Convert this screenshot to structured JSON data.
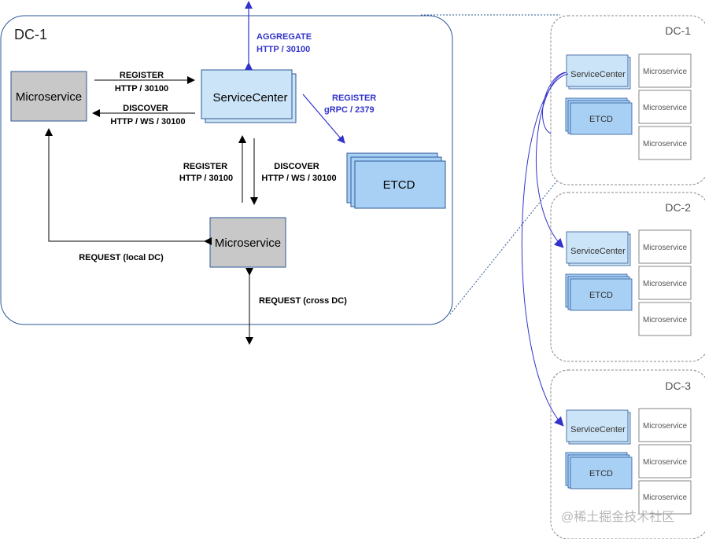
{
  "main_dc": {
    "title": "DC-1",
    "microservice_left": "Microservice",
    "microservice_bottom": "Microservice",
    "service_center": "ServiceCenter",
    "etcd": "ETCD",
    "aggregate_label_1": "AGGREGATE",
    "aggregate_label_2": "HTTP / 30100",
    "register_top_1": "REGISTER",
    "register_top_2": "HTTP / 30100",
    "discover_top_1": "DISCOVER",
    "discover_top_2": "HTTP / WS / 30100",
    "register_grpc_1": "REGISTER",
    "register_grpc_2": "gRPC / 2379",
    "register_mid_1": "REGISTER",
    "register_mid_2": "HTTP / 30100",
    "discover_mid_1": "DISCOVER",
    "discover_mid_2": "HTTP / WS / 30100",
    "request_local": "REQUEST (local DC)",
    "request_cross": "REQUEST (cross DC)"
  },
  "side_dcs": [
    {
      "title": "DC-1",
      "service_center": "ServiceCenter",
      "etcd": "ETCD",
      "microservices": [
        "Microservice",
        "Microservice",
        "Microservice"
      ]
    },
    {
      "title": "DC-2",
      "service_center": "ServiceCenter",
      "etcd": "ETCD",
      "microservices": [
        "Microservice",
        "Microservice",
        "Microservice"
      ]
    },
    {
      "title": "DC-3",
      "service_center": "ServiceCenter",
      "etcd": "ETCD",
      "microservices": [
        "Microservice",
        "Microservice",
        "Microservice"
      ]
    }
  ],
  "watermark": "@稀土掘金技术社区",
  "colors": {
    "accent_blue": "#3333cc",
    "box_blue": "#cce4f7",
    "etcd_blue": "#a8d0f5",
    "micro_gray": "#c8c8c8",
    "border_blue": "#2b5797"
  }
}
